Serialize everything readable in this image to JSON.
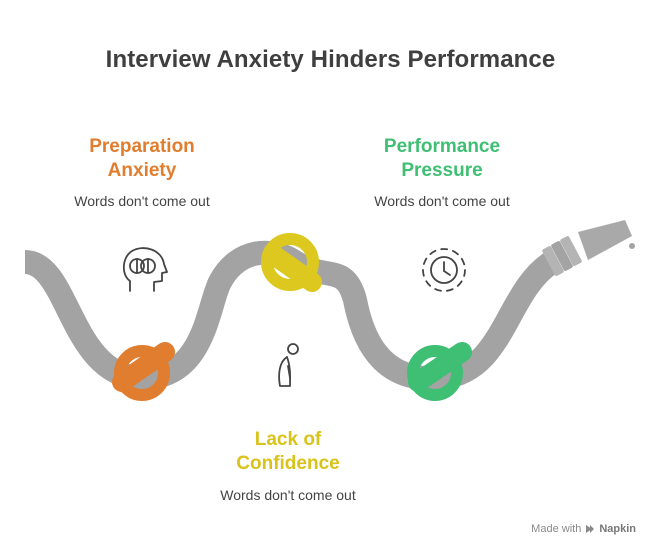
{
  "title": "Interview Anxiety Hinders Performance",
  "stages": [
    {
      "heading": "Preparation\nAnxiety",
      "description": "Words don't come out",
      "icon": "brain-head-icon",
      "color": "#e07d2f"
    },
    {
      "heading": "Lack of\nConfidence",
      "description": "Words don't come out",
      "icon": "downcast-person-icon",
      "color": "#d9c31b"
    },
    {
      "heading": "Performance\nPressure",
      "description": "Words don't come out",
      "icon": "clock-icon",
      "color": "#3fbf73"
    }
  ],
  "footer": {
    "prefix": "Made with",
    "brand": "Napkin"
  }
}
